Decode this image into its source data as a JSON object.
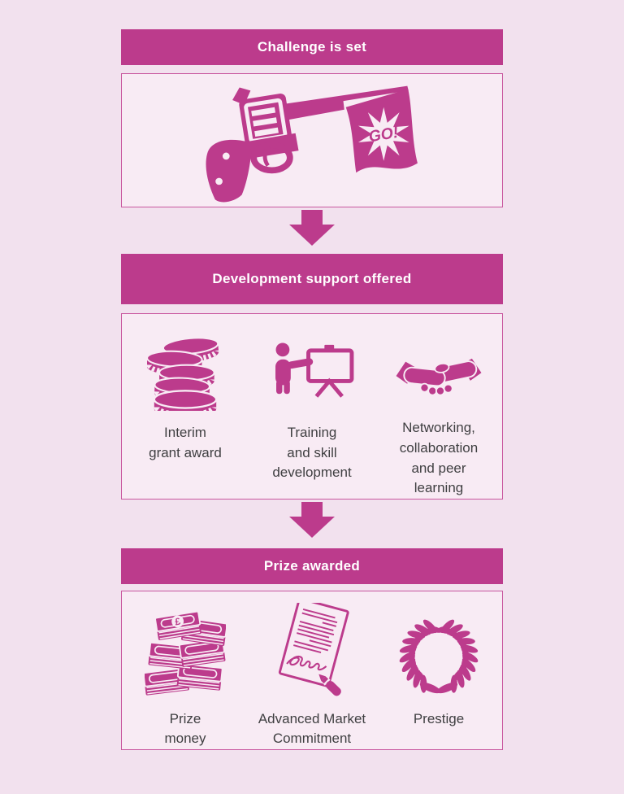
{
  "colors": {
    "background": "#f2e1ee",
    "panel": "#f8ebf4",
    "accent": "#bc3b8c",
    "border": "#c9579f",
    "header_text": "#ffffff",
    "label_text": "#3f3f41"
  },
  "flag": {
    "text": "GO!"
  },
  "currency": {
    "symbol": "£"
  },
  "sections": [
    {
      "header": "Challenge is set",
      "items": [
        {
          "icon": "starting-pistol-icon",
          "label": ""
        }
      ]
    },
    {
      "header": "Development support offered",
      "items": [
        {
          "icon": "coin-stack-icon",
          "label": "Interim\ngrant award"
        },
        {
          "icon": "presentation-training-icon",
          "label": "Training\nand skill\ndevelopment"
        },
        {
          "icon": "handshake-icon",
          "label": "Networking,\ncollaboration\nand peer\nlearning"
        }
      ]
    },
    {
      "header": "Prize awarded",
      "items": [
        {
          "icon": "money-stack-icon",
          "label": "Prize\nmoney"
        },
        {
          "icon": "signed-contract-icon",
          "label": "Advanced Market\nCommitment"
        },
        {
          "icon": "laurel-wreath-icon",
          "label": "Prestige"
        }
      ]
    }
  ]
}
